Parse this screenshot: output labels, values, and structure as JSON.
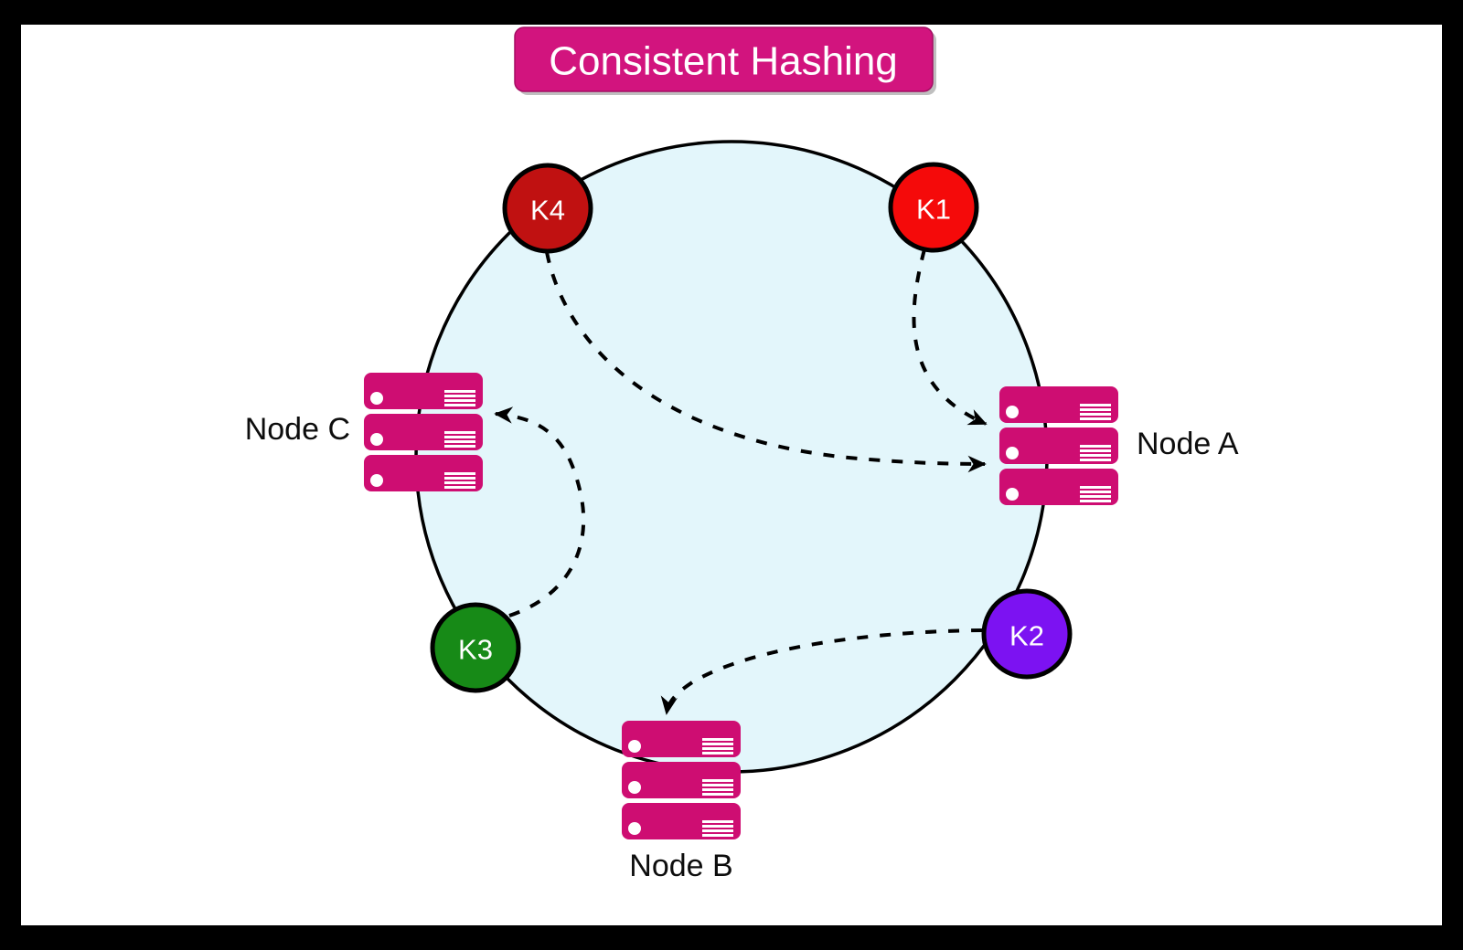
{
  "title": {
    "text": "Consistent Hashing",
    "bg": "#D2147E",
    "text_color": "#FFFFFF"
  },
  "colors": {
    "frame": "#000000",
    "canvas": "#FFFFFF",
    "ring_fill": "#E3F6FB",
    "ring_stroke": "#000000",
    "server": "#CE0D72",
    "arrow": "#000000"
  },
  "keys": [
    {
      "id": "K1",
      "label": "K1",
      "color": "#F50A0A",
      "assigned_node": "Node A"
    },
    {
      "id": "K2",
      "label": "K2",
      "color": "#7C12F2",
      "assigned_node": "Node B"
    },
    {
      "id": "K3",
      "label": "K3",
      "color": "#178A17",
      "assigned_node": "Node C"
    },
    {
      "id": "K4",
      "label": "K4",
      "color": "#C01111",
      "assigned_node": "Node A"
    }
  ],
  "nodes": [
    {
      "id": "node-a",
      "label": "Node A"
    },
    {
      "id": "node-b",
      "label": "Node B"
    },
    {
      "id": "node-c",
      "label": "Node C"
    }
  ],
  "edges": [
    {
      "from": "K1",
      "to": "Node A"
    },
    {
      "from": "K4",
      "to": "Node A"
    },
    {
      "from": "K3",
      "to": "Node C"
    },
    {
      "from": "K2",
      "to": "Node B"
    }
  ]
}
